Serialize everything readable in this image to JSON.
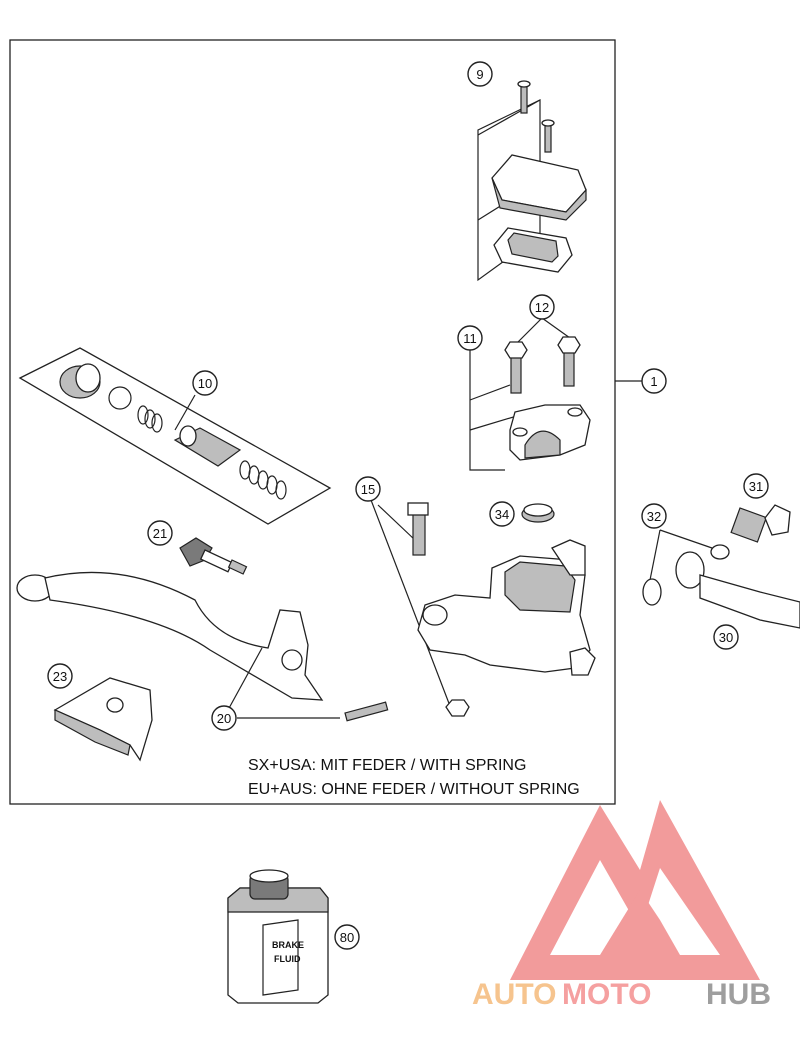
{
  "callouts": {
    "c1": "1",
    "c9": "9",
    "c10": "10",
    "c11": "11",
    "c12": "12",
    "c15": "15",
    "c20": "20",
    "c21": "21",
    "c23": "23",
    "c30": "30",
    "c31": "31",
    "c32": "32",
    "c34": "34",
    "c80": "80"
  },
  "notes": {
    "line1": "SX+USA:  MIT FEDER / WITH SPRING",
    "line2": "EU+AUS:  OHNE FEDER / WITHOUT SPRING"
  },
  "bottle_label": {
    "line1": "BRAKE",
    "line2": "FLUID"
  },
  "watermark": {
    "part1": "AUTO",
    "part2": "MOTO",
    "part3": "HUB",
    "colors": {
      "logo": "#f08a8a",
      "auto": "#f6c48e",
      "moto": "#f5a0a0",
      "hub": "#9e9e9e"
    }
  }
}
